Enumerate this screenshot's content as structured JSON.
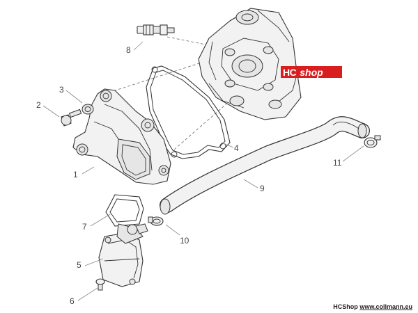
{
  "diagram": {
    "callouts": [
      {
        "id": "1",
        "text": "1"
      },
      {
        "id": "2",
        "text": "2"
      },
      {
        "id": "3",
        "text": "3"
      },
      {
        "id": "4",
        "text": "4"
      },
      {
        "id": "5",
        "text": "5"
      },
      {
        "id": "6",
        "text": "6"
      },
      {
        "id": "7",
        "text": "7"
      },
      {
        "id": "8",
        "text": "8"
      },
      {
        "id": "9",
        "text": "9"
      },
      {
        "id": "10",
        "text": "10"
      },
      {
        "id": "11",
        "text": "11"
      }
    ]
  },
  "logo": {
    "hc": "HC",
    "shop": "shop",
    "color": "#d81e1e"
  },
  "footer": {
    "brand": "HCShop",
    "url": "www.collmann.eu"
  }
}
